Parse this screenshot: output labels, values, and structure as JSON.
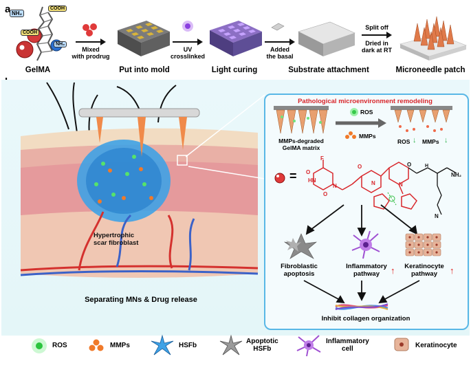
{
  "panel_a": {
    "letter": "a",
    "chem_labels": [
      "NH₂",
      "COOH",
      "COOH",
      "NH₂"
    ],
    "steps": [
      "GelMA",
      "Put into mold",
      "Light curing",
      "Substrate attachment",
      "Microneedle patch"
    ],
    "arrows": [
      {
        "line1": "Mixed",
        "line2": "with prodrug"
      },
      {
        "line1": "UV",
        "line2": "crosslinked"
      },
      {
        "line1": "Added",
        "line2": "the basal"
      },
      {
        "line1": "Split off",
        "line2": "Dried in",
        "line3": "dark at RT"
      }
    ]
  },
  "panel_b": {
    "letter": "b",
    "scar_label_1": "Hypertrophic",
    "scar_label_2": "scar fibroblast",
    "caption": "Separating MNs & Drug release",
    "inset": {
      "title": "Pathological microenvironment remodeling",
      "ros": "ROS",
      "mmps": "MMPs",
      "matrix_line1": "MMPs-degraded",
      "matrix_line2": "GelMA matrix",
      "ros_down": "ROS",
      "mmps_down": "MMPs",
      "equals": "=",
      "chem_F": "F",
      "chem_O": [
        "O",
        "O",
        "O",
        "O"
      ],
      "chem_N": [
        "N",
        "N",
        "N",
        "N",
        "N"
      ],
      "chem_NH": [
        "HN",
        "H",
        "H",
        "N"
      ],
      "chem_NH2": "NH₂",
      "outcomes": [
        {
          "line1": "Fibroblastic",
          "line2": "apoptosis"
        },
        {
          "line1": "Inflammatory",
          "line2": "pathway"
        },
        {
          "line1": "Keratinocyte",
          "line2": "pathway"
        }
      ],
      "final": "Inhibit collagen organization"
    }
  },
  "legend": [
    {
      "icon": "ros-icon",
      "line1": "ROS",
      "line2": ""
    },
    {
      "icon": "mmps-icon",
      "line1": "MMPs",
      "line2": ""
    },
    {
      "icon": "hsfb-icon",
      "line1": "HSFb",
      "line2": ""
    },
    {
      "icon": "apoptotic-hsfb-icon",
      "line1": "Apoptotic",
      "line2": "HSFb"
    },
    {
      "icon": "inflammatory-cell-icon",
      "line1": "Inflammatory",
      "line2": "cell"
    },
    {
      "icon": "keratinocyte-icon",
      "line1": "Keratinocyte",
      "line2": ""
    }
  ],
  "colors": {
    "accent_red": "#d8262b",
    "inset_border": "#58b7e6",
    "down_arrow": "#2db24a",
    "up_arrow": "#e02020"
  }
}
